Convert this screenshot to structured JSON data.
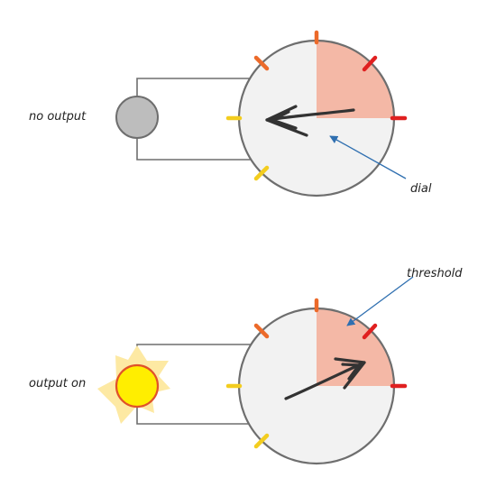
{
  "panels": [
    {
      "id": "off",
      "lamp_label": "no output",
      "lamp_state": "off"
    },
    {
      "id": "on",
      "lamp_label": "output on",
      "lamp_state": "on"
    }
  ],
  "annotations": {
    "dial": "dial",
    "threshold": "threshold"
  },
  "colors": {
    "dial_face": "#f2f2f2",
    "dial_rim": "#6e6e6e",
    "threshold_zone": "#f4b8a6",
    "lamp_off": "#bdbdbd",
    "lamp_on": "#ffee00",
    "lamp_on_rim": "#e0522a",
    "glow": "#fde9a3",
    "wire": "#6e6e6e",
    "needle": "#333333",
    "pointer_line": "#2f6fb0",
    "tick_red": "#e02020",
    "tick_orange": "#ec6a2a",
    "tick_yellow": "#f3cd1f"
  }
}
